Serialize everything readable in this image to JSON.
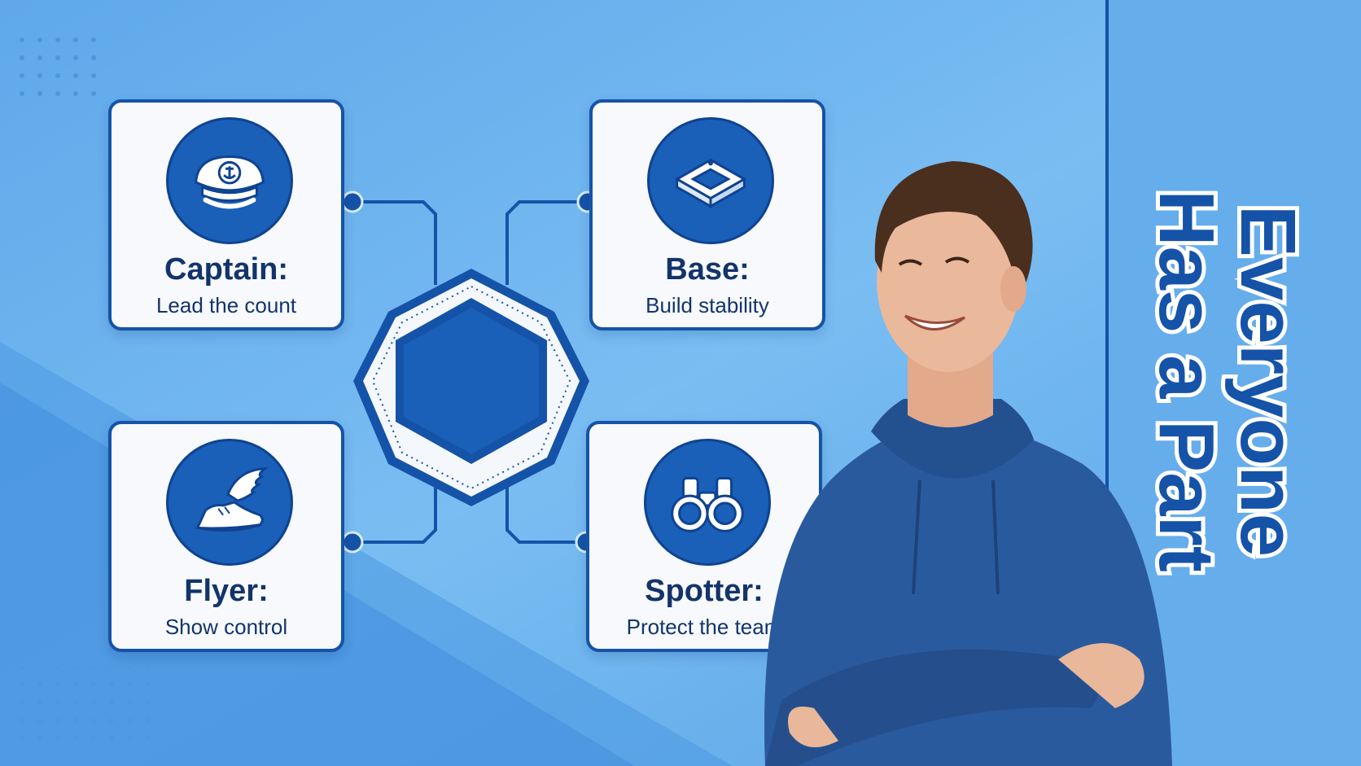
{
  "cards": [
    {
      "title": "Captain:",
      "desc": "Lead the count",
      "icon": "captain-hat-icon"
    },
    {
      "title": "Base:",
      "desc": "Build stability",
      "icon": "base-platform-icon"
    },
    {
      "title": "Flyer:",
      "desc": "Show control",
      "icon": "winged-shoe-icon"
    },
    {
      "title": "Spotter:",
      "desc": "Protect the team",
      "icon": "binoculars-icon"
    }
  ],
  "headline": {
    "line1": "Everyone",
    "line2": "Has a Part"
  },
  "colors": {
    "background": "#6fb3ee",
    "primary": "#1a5fb8",
    "dark": "#13346b",
    "card": "#f7f9fc"
  }
}
